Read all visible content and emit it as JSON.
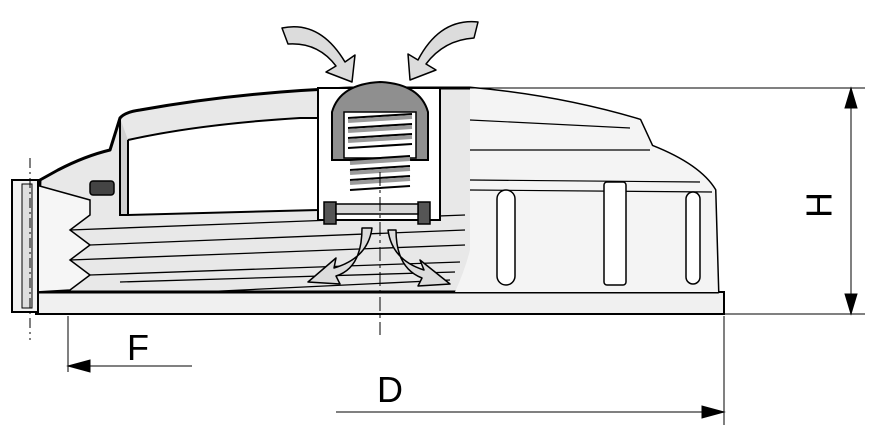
{
  "diagram": {
    "labels": {
      "height": "H",
      "diameter": "D",
      "thread": "F"
    },
    "colors": {
      "outline": "#000000",
      "body_fill": "#e6e6e6",
      "light_fill": "#f2f2f2",
      "dark_gray": "#8c8c8c",
      "valve_cap": "#8f8f8f",
      "arrow_fill": "#dcdcdc",
      "dim_line": "#000000"
    },
    "icons": {
      "inflow_left": "curved-arrow-icon",
      "inflow_right": "curved-arrow-icon",
      "outflow_left": "curved-arrow-icon",
      "outflow_right": "curved-arrow-icon"
    }
  }
}
